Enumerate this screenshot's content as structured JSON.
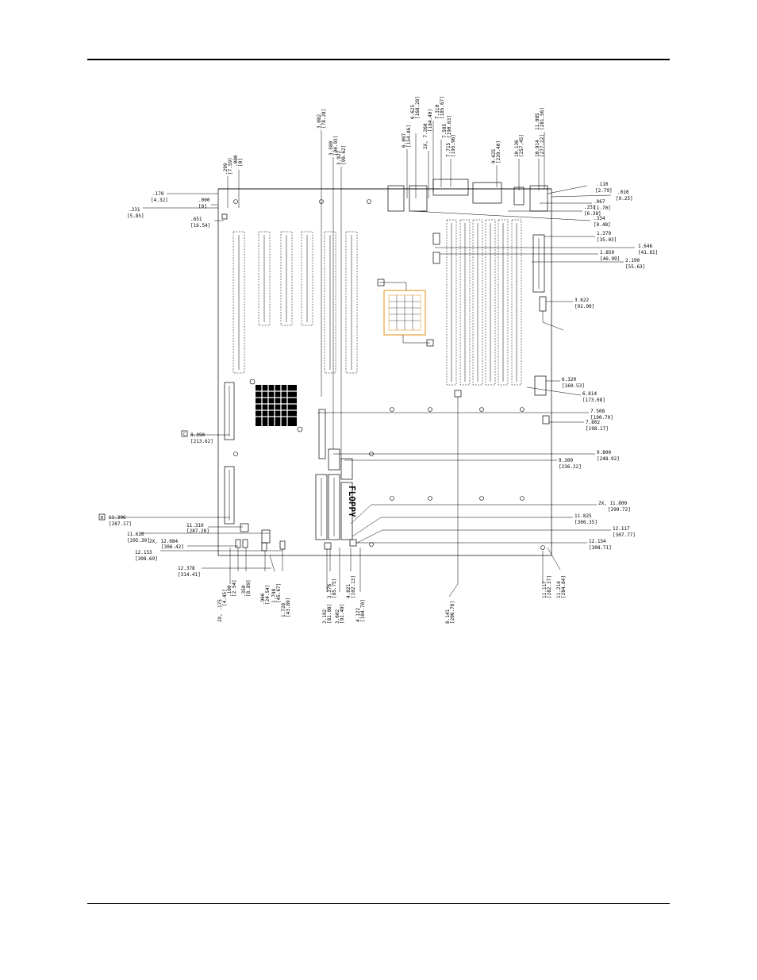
{
  "labels": {
    "left": {
      "l170": ".170",
      "l170b": "[4.32]",
      "l231": ".231",
      "l231b": "[5.85]",
      "l000a": ".000",
      "l000ab": "[0]",
      "l651": ".651",
      "l651b": "[16.54]",
      "l8390": "8.390",
      "l8390b": "[213.62]",
      "l11306": "11.306",
      "l11306b": "[287.17]",
      "l11310": "11.310",
      "l11310b": "[287.28]",
      "l11626": "11.626",
      "l11626b": "[295.30]",
      "l12084": "2X, 12.084",
      "l12084b": "[306.42]",
      "l12153": "12.153",
      "l12153b": "[308.69]",
      "l12378": "12.378",
      "l12378b": "[314.41]"
    },
    "top": {
      "t000": ".000",
      "t000b": "[0]",
      "t299": ".299",
      "t299b": "[7.59]",
      "t3082": "3.082",
      "t3082b": "[78.28]",
      "t3580": "3.580",
      "t3580b": "[90.93]",
      "t3922": "3.922",
      "t3922b": "[99.62]",
      "t6097": "6.097",
      "t6097b": "[154.86]",
      "t6625": "6.625",
      "t6625b": "[168.28]",
      "t7260": "2X, 7.260",
      "t7260b": "[184.40]",
      "t7310": "7.310",
      "t7310b": "[185.67]",
      "t7505": "7.505",
      "t7505b": "[190.63]",
      "t7715": "7.715",
      "t7715b": "[195.96]",
      "t9425": "9.425",
      "t9425b": "[239.40]",
      "t10136": "10.136",
      "t10136b": "[257.45]",
      "t10914": "10.914",
      "t10914b": "[277.22]",
      "t11085": "11.085",
      "t11085b": "[281.56]"
    },
    "right": {
      "r110": ".110",
      "r110b": "[2.79]",
      "r010": ".010",
      "r010b": "[0.25]",
      "r067": ".067",
      "r067b": "[1.70]",
      "r251": ".251",
      "r251b": "[6.38]",
      "r334": ".334",
      "r334b": "[8.48]",
      "r1379": "1.379",
      "r1379b": "[35.03]",
      "r1646": "1.646",
      "r1646b": "[41.81]",
      "r1850": "1.850",
      "r1850b": "[46.99]",
      "r2190": "2.190",
      "r2190b": "[55.63]",
      "r3622": "3.622",
      "r3622b": "[92.00]",
      "r6320": "6.320",
      "r6320b": "[160.53]",
      "r6814": "6.814",
      "r6814b": "[173.08]",
      "r7508": "7.508",
      "r7508b": "[190.70]",
      "r7802": "7.802",
      "r7802b": "[198.17]",
      "r9800": "9.800",
      "r9800b": "[248.92]",
      "r9300": "9.300",
      "r9300b": "[236.22]",
      "r11800": "2X, 11.800",
      "r11800b": "[299.72]",
      "r11825": "11.825",
      "r11825b": "[300.35]",
      "r12117": "12.117",
      "r12117b": "[307.77]",
      "r12154": "12.154",
      "r12154b": "[308.71]"
    },
    "bottom": {
      "b175": "2X, .175",
      "b175b": "[4.45]",
      "b100": ".100",
      "b100b": "[2.54]",
      "b350": ".350",
      "b350b": "[8.89]",
      "b966": ".966",
      "b966b": "[24.54]",
      "b1798": "1.798",
      "b1798b": "[45.67]",
      "b1728": "1.728",
      "b1728b": "[43.89]",
      "b3192": "3.192",
      "b3192b": "[81.08]",
      "b3376": "3.376",
      "b3376b": "[85.75]",
      "b3602": "3.602",
      "b3602b": "[91.49]",
      "b4021": "4.021",
      "b4021b": "[102.13]",
      "b4122": "4.122",
      "b4122b": "[104.70]",
      "b8141": "8.141",
      "b8141b": "[206.78]",
      "b11117": "11.117",
      "b11117b": "[282.37]",
      "b11214": "11.214",
      "b11214b": "[284.84]"
    },
    "boxed_markers": [
      "C",
      "B"
    ],
    "floppy": "FLOPPY"
  }
}
